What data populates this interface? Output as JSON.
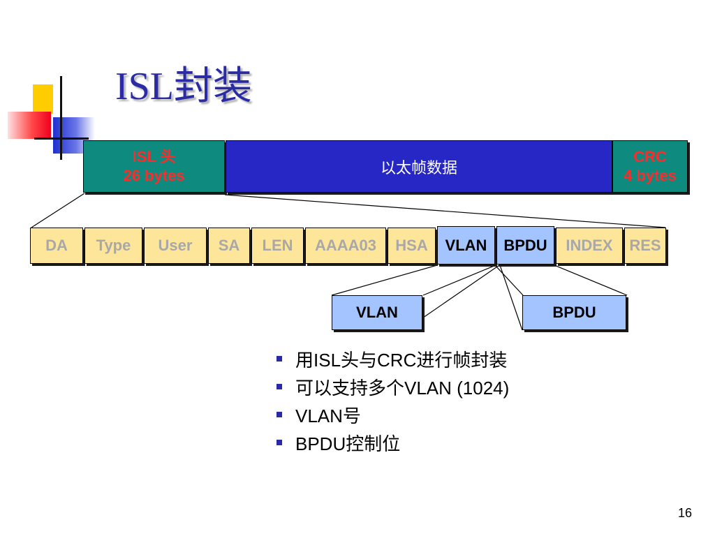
{
  "title": "ISL封装",
  "frame": {
    "isl_header": {
      "line1": "ISL 头",
      "line2": "26 bytes"
    },
    "ethernet_data": "以太帧数据",
    "crc": {
      "line1": "CRC",
      "line2": "4 bytes"
    }
  },
  "fields": [
    "DA",
    "Type",
    "User",
    "SA",
    "LEN",
    "AAAA03",
    "HSA",
    "VLAN",
    "BPDU",
    "INDEX",
    "RES"
  ],
  "detail": {
    "vlan": "VLAN",
    "bpdu": "BPDU"
  },
  "bullets": [
    "用ISL头与CRC进行帧封装",
    "可以支持多个VLAN (1024)",
    "VLAN号",
    "BPDU控制位"
  ],
  "page_number": "16",
  "colors": {
    "title": "#2b2ba4",
    "header_bg": "#0f8a7f",
    "header_text": "#ff2a2a",
    "ethernet_bg": "#2727c6",
    "field_bg": "#fde69a",
    "field_text": "#a8a8a8",
    "highlight_bg": "#a3c4ff",
    "bullet": "#2a2aa8"
  }
}
